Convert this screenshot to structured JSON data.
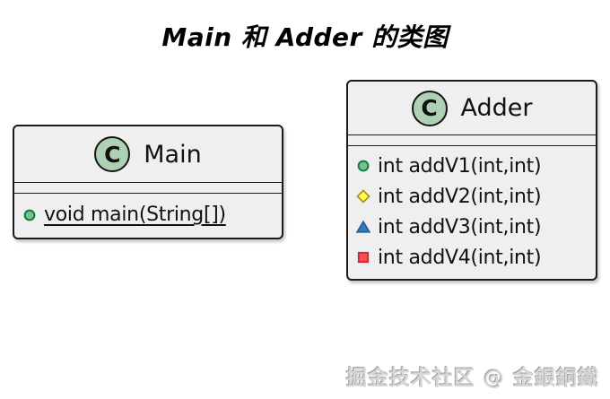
{
  "title": "Main 和 Adder 的类图",
  "watermark": "掘金技术社区 @ 金銀銅鐵",
  "colors": {
    "box_bg": "#efefef",
    "box_border": "#1b1b1b",
    "class_circle_fill": "#add1b2",
    "public_fill": "#84be84",
    "public_stroke": "#038048",
    "protected_fill": "#ffff44",
    "protected_stroke": "#b38d22",
    "package_fill": "#4177af",
    "package_stroke": "#1963a0",
    "private_fill": "#f24d5c",
    "private_stroke": "#c82930"
  },
  "classes": [
    {
      "name": "Main",
      "stereotype_letter": "C",
      "members": [
        {
          "visibility": "public",
          "static": true,
          "text": "void main(String[])"
        }
      ]
    },
    {
      "name": "Adder",
      "stereotype_letter": "C",
      "members": [
        {
          "visibility": "public",
          "static": false,
          "text": "int addV1(int,int)"
        },
        {
          "visibility": "protected",
          "static": false,
          "text": "int addV2(int,int)"
        },
        {
          "visibility": "package",
          "static": false,
          "text": "int addV3(int,int)"
        },
        {
          "visibility": "private",
          "static": false,
          "text": "int addV4(int,int)"
        }
      ]
    }
  ]
}
